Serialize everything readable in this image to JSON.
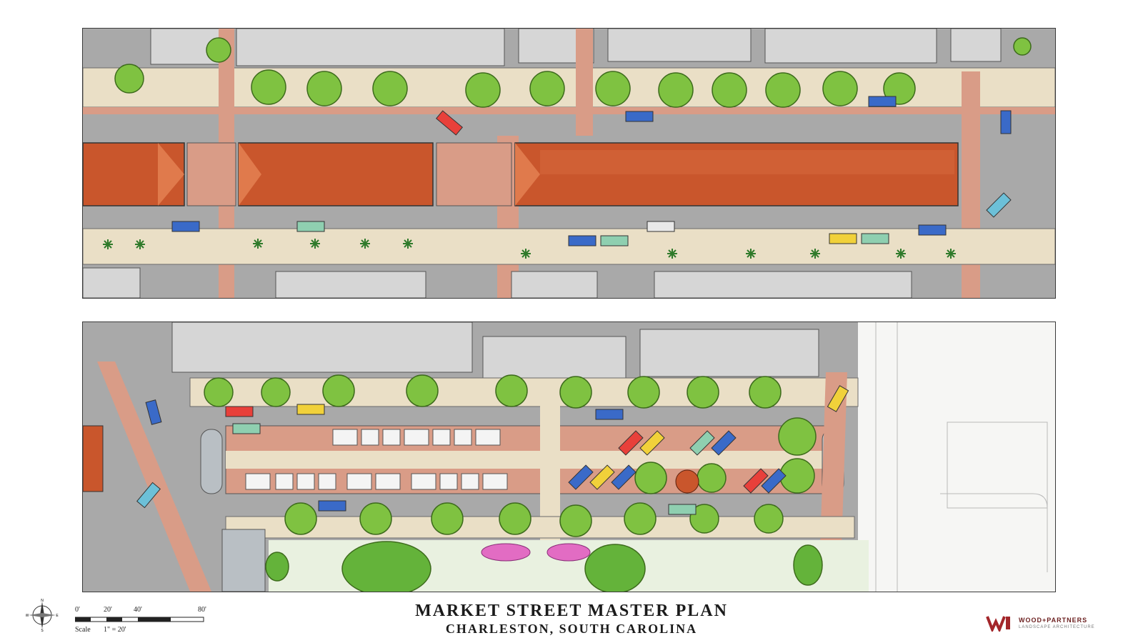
{
  "title": "MARKET STREET MASTER PLAN",
  "subtitle": "CHARLESTON, SOUTH CAROLINA",
  "scale": {
    "ticks": [
      "0'",
      "20'",
      "40'",
      "80'"
    ],
    "label": "Scale",
    "ratio": "1\" = 20'"
  },
  "compass": {
    "n": "N",
    "s": "S",
    "e": "E",
    "w": "W"
  },
  "firm": {
    "name": "WOOD+PARTNERS",
    "tagline": "LANDSCAPE ARCHITECTURE"
  },
  "colors": {
    "roof": "#c9562c",
    "roof_light": "#e07a4c",
    "sidewalk": "#eadfc6",
    "brick": "#d99c87",
    "road": "#a9a9a9",
    "tree": "#7fc241",
    "building": "#d6d6d6"
  }
}
